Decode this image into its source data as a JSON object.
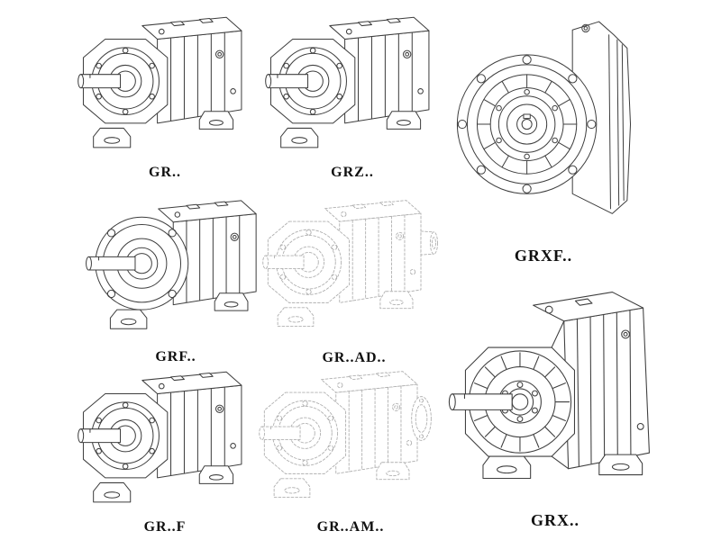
{
  "page": {
    "background": "#ffffff",
    "line_color": "#3f3f3f",
    "dashed_line_color": "#b0b0b0"
  },
  "figures": [
    {
      "id": "gr",
      "label": "GR..",
      "style": "solid",
      "drawing": "foot-mounted-helical-gearbox"
    },
    {
      "id": "grz",
      "label": "GRZ..",
      "style": "solid",
      "drawing": "foot-mounted-helical-gearbox"
    },
    {
      "id": "grxf",
      "label": "GRXF..",
      "style": "solid",
      "drawing": "flange-front-view-gearbox"
    },
    {
      "id": "grf",
      "label": "GRF..",
      "style": "solid",
      "drawing": "flange-mounted-helical-gearbox"
    },
    {
      "id": "gr-ad",
      "label": "GR..AD..",
      "style": "dashed",
      "drawing": "gearbox-with-input-shaft-adapter"
    },
    {
      "id": "gr-f",
      "label": "GR..F",
      "style": "solid",
      "drawing": "foot-mounted-helical-gearbox"
    },
    {
      "id": "gr-am",
      "label": "GR..AM..",
      "style": "dashed",
      "drawing": "gearbox-with-motor-adapter-flange"
    },
    {
      "id": "grx",
      "label": "GRX..",
      "style": "solid",
      "drawing": "large-foot-mounted-gearbox"
    }
  ]
}
